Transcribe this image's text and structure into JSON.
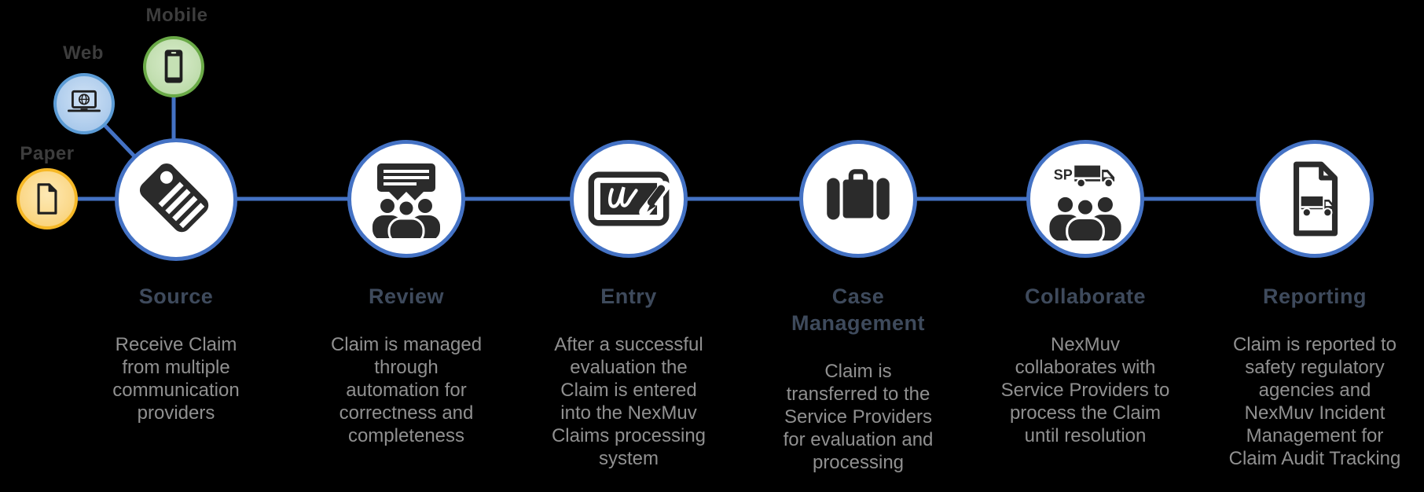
{
  "palette": {
    "background": "#000000",
    "connector_blue": "#4472c4",
    "node_border_blue": "#4472c4",
    "node_fill": "#ffffff",
    "icon_black": "#2b2b2b",
    "title_slate": "#3e4a5c",
    "description_gray": "#909090",
    "satellite_label_gray": "#3d3d3d",
    "paper_fill": "#fbda8e",
    "paper_border": "#f6b826",
    "web_fill": "#b4d0ee",
    "web_border": "#5b9bd5",
    "mobile_fill": "#c5e0b4",
    "mobile_border": "#6aaa47"
  },
  "satellites": {
    "paper": {
      "label": "Paper",
      "icon": "paper-document-icon"
    },
    "web": {
      "label": "Web",
      "icon": "laptop-globe-icon"
    },
    "mobile": {
      "label": "Mobile",
      "icon": "smartphone-icon"
    }
  },
  "nodes": [
    {
      "title": "Source",
      "icon": "price-tag-icon",
      "description_lines": [
        "Receive Claim",
        "from multiple",
        "communication",
        "providers"
      ]
    },
    {
      "title": "Review",
      "icon": "discussion-people-icon",
      "description_lines": [
        "Claim is managed",
        "through",
        "automation for",
        "correctness and",
        "completeness"
      ]
    },
    {
      "title": "Entry",
      "icon": "signature-tablet-icon",
      "description_lines": [
        "After a successful",
        "evaluation the",
        "Claim is entered",
        "into the NexMuv",
        "Claims processing",
        "system"
      ]
    },
    {
      "title": [
        "Case",
        "Management"
      ],
      "icon": "briefcase-icon",
      "description_lines": [
        "Claim is",
        "transferred to the",
        "Service Providers",
        "for evaluation and",
        "processing"
      ]
    },
    {
      "title": "Collaborate",
      "icon": "service-provider-team-icon",
      "truck_label": "SP",
      "description_lines": [
        "NexMuv",
        "collaborates with",
        "Service Providers to",
        "process the Claim",
        "until resolution"
      ]
    },
    {
      "title": "Reporting",
      "icon": "truck-report-document-icon",
      "description_lines": [
        "Claim is reported to",
        "safety regulatory",
        "agencies and",
        "NexMuv Incident",
        "Management for",
        "Claim Audit Tracking"
      ]
    }
  ]
}
